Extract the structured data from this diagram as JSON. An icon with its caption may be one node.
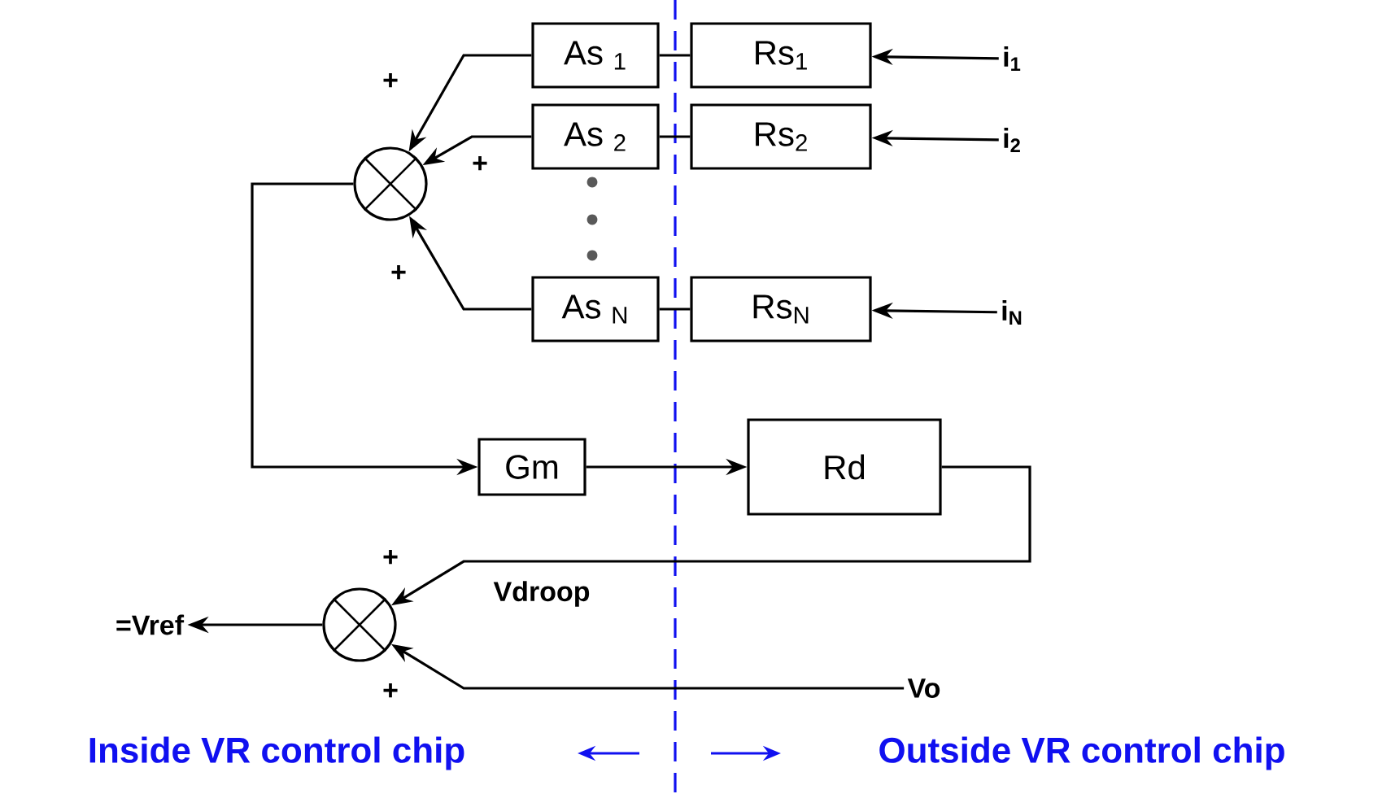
{
  "diagram": {
    "nodes": [
      {
        "text": [
          "As $_{1}$"
        ]
      },
      {
        "text": [
          "As $_{2}$"
        ]
      },
      {
        "text": [
          "As $_{N}$"
        ]
      },
      {
        "text": [
          "Rs$_{1}$"
        ]
      },
      {
        "text": [
          "Rs$_{2}$"
        ]
      },
      {
        "text": [
          "Rs$_{N}$"
        ]
      },
      {
        "text": [
          "i$_{1}$"
        ]
      },
      {
        "text": [
          "i$_{2}$"
        ]
      },
      {
        "text": [
          "i$_{N}$"
        ]
      },
      {
        "text": [],
        "shape": "circle"
      },
      {
        "text": [
          "Gm"
        ]
      },
      {
        "text": [
          "Rd"
        ]
      },
      {
        "text": [],
        "shape": "circle"
      },
      {
        "text": [
          "=Vref"
        ]
      },
      {
        "text": [
          "Vo"
        ]
      }
    ],
    "edges": [
      {
        "from": 6,
        "to": 3,
        "arrow": "to"
      },
      {
        "from": 7,
        "to": 4,
        "arrow": "to"
      },
      {
        "from": 8,
        "to": 5,
        "arrow": "to"
      },
      {
        "from": 3,
        "to": 0,
        "arrow": "none"
      },
      {
        "from": 4,
        "to": 1,
        "arrow": "none"
      },
      {
        "from": 5,
        "to": 2,
        "arrow": "none"
      },
      {
        "from": 0,
        "to": 9,
        "arrow": "to"
      },
      {
        "from": 1,
        "to": 9,
        "arrow": "to"
      },
      {
        "from": 2,
        "to": 9,
        "arrow": "to"
      },
      {
        "from": 9,
        "to": 10,
        "arrow": "to"
      },
      {
        "from": 10,
        "to": 11,
        "arrow": "to"
      },
      {
        "from": 11,
        "to": 12,
        "arrow": "to",
        "label": "Vdroop"
      },
      {
        "from": 14,
        "to": 12,
        "arrow": "to"
      },
      {
        "from": 12,
        "to": 13,
        "arrow": "to"
      }
    ],
    "labels": [
      "+",
      "+",
      "+",
      "+",
      "+",
      "Inside VR control chip",
      "Outside VR control chip"
    ]
  }
}
